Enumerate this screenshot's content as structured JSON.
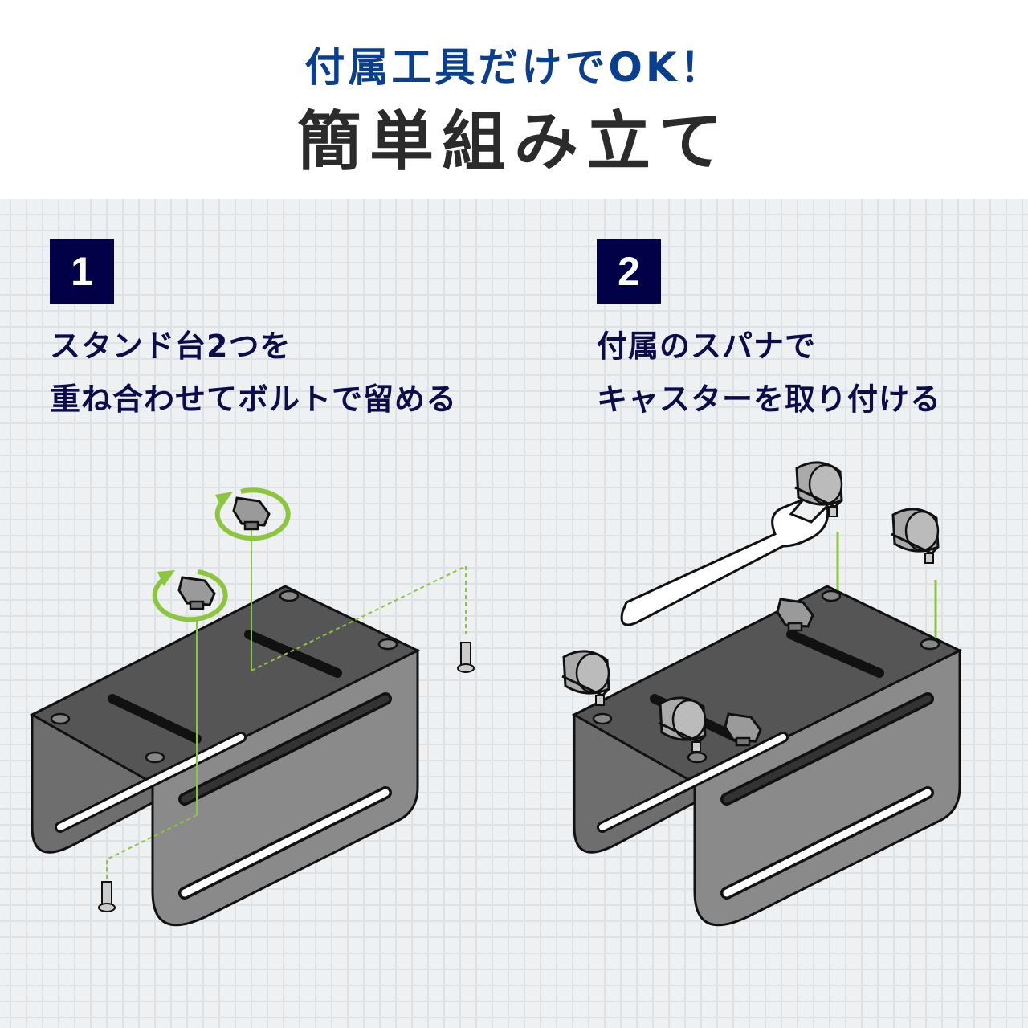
{
  "header": {
    "subtitle": "付属工具だけでOK！",
    "title": "簡単組み立て"
  },
  "steps": [
    {
      "number": "1",
      "line1": "スタンド台2つを",
      "line2": "重ね合わせてボルトで留める"
    },
    {
      "number": "2",
      "line1": "付属のスパナで",
      "line2": "キャスターを取り付ける"
    }
  ],
  "colors": {
    "subtitle": "#0a3f8f",
    "title": "#2b2b2b",
    "badge": "#020148",
    "step_text": "#0c0c4a",
    "accent_green": "#8cc63f",
    "metal": "#666666"
  }
}
